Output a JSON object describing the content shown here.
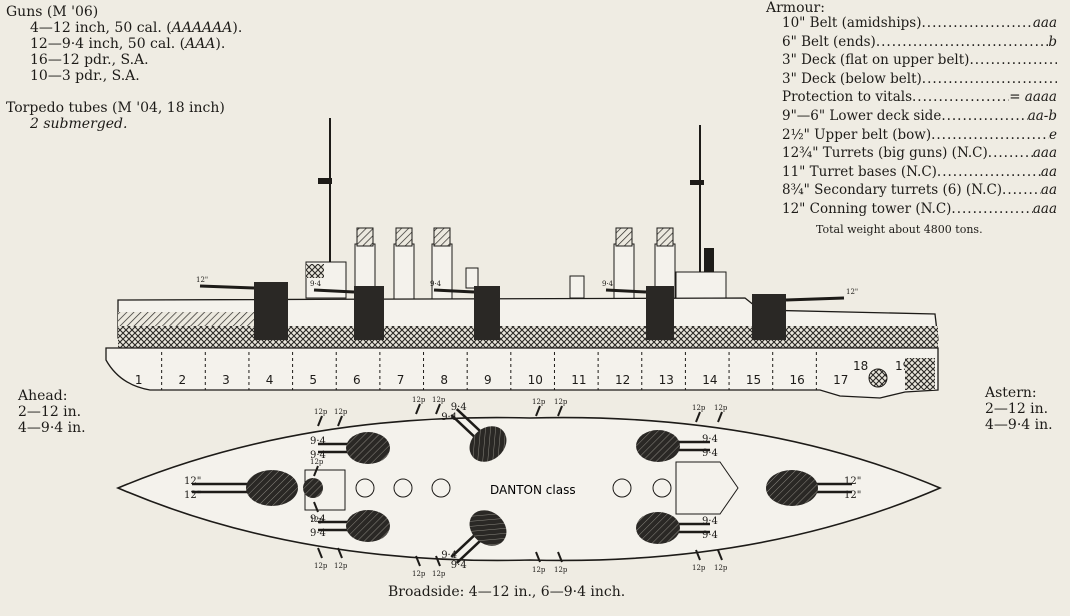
{
  "guns": {
    "heading": "Guns (M '06)",
    "lines": [
      {
        "text": "4—12 inch, 50 cal. (",
        "grade": "AAAAAA",
        "tail": ")."
      },
      {
        "text": "12—9·4 inch, 50 cal. (",
        "grade": "AAA",
        "tail": ")."
      },
      {
        "text": "16—12 pdr., S.A.",
        "grade": "",
        "tail": ""
      },
      {
        "text": "10—3 pdr., S.A.",
        "grade": "",
        "tail": ""
      }
    ],
    "torpedo_heading": "Torpedo tubes (M '04, 18 inch)",
    "torpedo_detail": "2 submerged."
  },
  "armour": {
    "heading": "Armour:",
    "items": [
      {
        "label": "10\" Belt (amidships)",
        "grade": "aaa"
      },
      {
        "label": "6\" Belt (ends)",
        "grade": "b"
      },
      {
        "label": "3\" Deck (flat on upper belt)",
        "grade": ""
      },
      {
        "label": "3\" Deck (below belt)",
        "grade": ""
      },
      {
        "label": "Protection to vitals",
        "grade": "= aaaa"
      },
      {
        "label": "9\"—6\" Lower deck side",
        "grade": "aa-b"
      },
      {
        "label": "2½\" Upper belt (bow)",
        "grade": "e"
      },
      {
        "label": "12¾\" Turrets (big guns) (N.C)",
        "grade": "aaa"
      },
      {
        "label": "11\" Turret bases (N.C)",
        "grade": "aa"
      },
      {
        "label": "8¾\" Secondary turrets (6) (N.C)",
        "grade": "aa"
      },
      {
        "label": "12\" Conning tower (N.C)",
        "grade": "aaa"
      }
    ],
    "total": "Total weight about 4800 tons."
  },
  "ahead": {
    "heading": "Ahead:",
    "lines": [
      "2—12 in.",
      "4—9·4 in."
    ]
  },
  "astern": {
    "heading": "Astern:",
    "lines": [
      "2—12 in.",
      "4—9·4 in."
    ]
  },
  "broadside": "Broadside: 4—12 in., 6—9·4 inch.",
  "ship_label": "DANTON class",
  "compartments": [
    "1",
    "2",
    "3",
    "4",
    "5",
    "6",
    "7",
    "8",
    "9",
    "10",
    "11",
    "12",
    "13",
    "14",
    "15",
    "16",
    "17",
    "18",
    "19"
  ],
  "gun_labels": {
    "big": "12\"",
    "sec": "9·4",
    "small": "12p"
  },
  "colors": {
    "paper": "#efece3",
    "ink": "#1d1b18",
    "hull_light": "#f4f2ec",
    "armour_dark": "#3a3834"
  }
}
